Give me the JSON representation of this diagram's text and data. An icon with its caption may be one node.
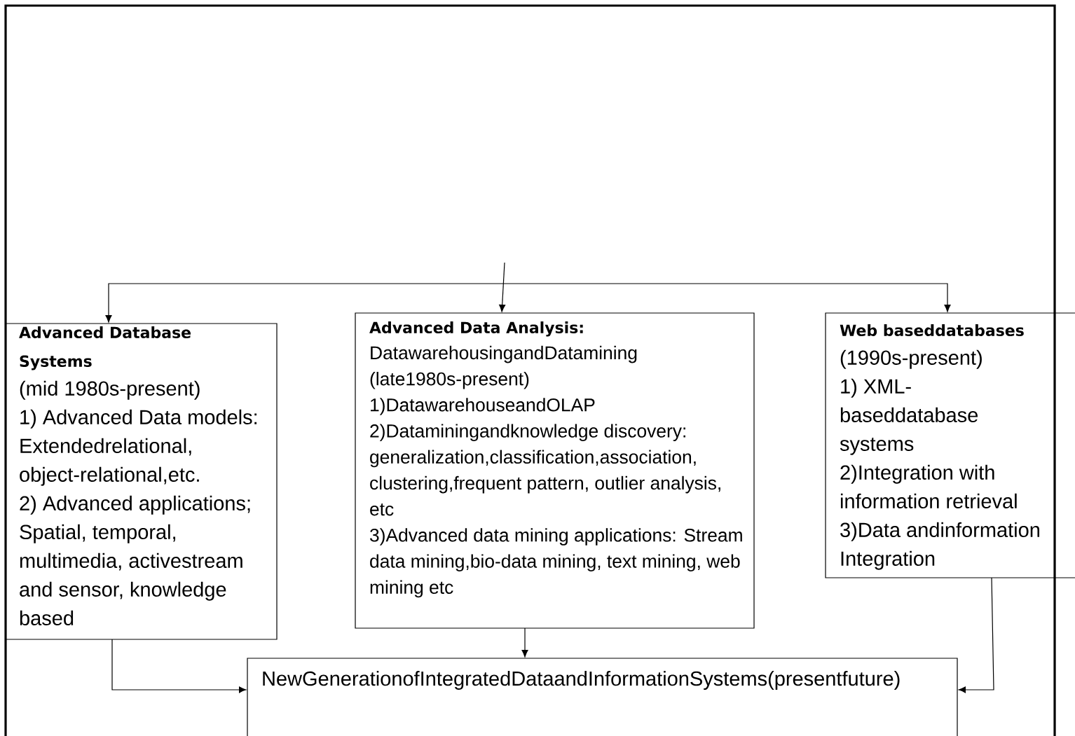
{
  "diagram": {
    "nodes": [
      {
        "text": [
          "Advanced Database Systems",
          "(mid 1980s-present)",
          "1) Advanced Data models: Extendedrelational,object-relational,etc.",
          "2) Advanced applications; Spatial, temporal, multimedia, activestream and sensor, knowledge based"
        ]
      },
      {
        "text": [
          "Advanced Data Analysis:",
          "DatawarehousingandDatamining",
          "(late1980s-present)",
          "1)DatawarehouseandOLAP",
          "2)Dataminingandknowledge discovery:generalization,classification,association,clustering,frequent pattern, outlier analysis, etc",
          "3)Advanced data mining applications: Stream data mining,bio-data mining, text mining, web mining etc"
        ]
      },
      {
        "text": [
          "Web baseddatabases",
          "(1990s-present)",
          "1) XML- baseddatabase systems",
          "2)Integration with information retrieval",
          "3)Data andinformation Integration"
        ]
      },
      {
        "text": [
          "NewGenerationofIntegratedDataandInformationSystems(presentfuture)"
        ]
      }
    ],
    "edges": [
      {
        "from": null,
        "to": 0,
        "arrow": "to"
      },
      {
        "from": null,
        "to": 1,
        "arrow": "to"
      },
      {
        "from": null,
        "to": 2,
        "arrow": "to"
      },
      {
        "from": 0,
        "to": 3,
        "arrow": "to"
      },
      {
        "from": 1,
        "to": 3,
        "arrow": "to"
      },
      {
        "from": 2,
        "to": 3,
        "arrow": "to"
      }
    ]
  }
}
